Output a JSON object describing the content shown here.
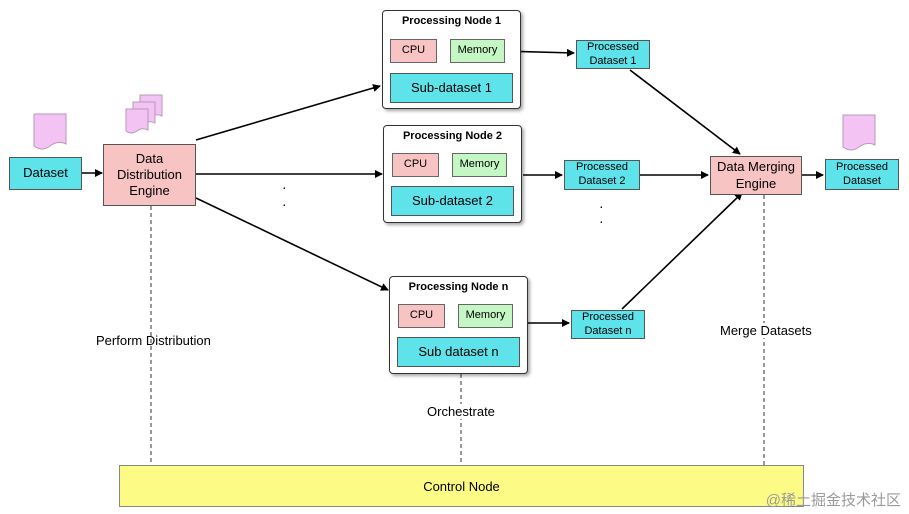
{
  "dataset": {
    "label": "Dataset"
  },
  "distribution_engine": {
    "label": "Data Distribution Engine"
  },
  "nodes": [
    {
      "title": "Processing Node 1",
      "cpu": "CPU",
      "memory": "Memory",
      "subdataset": "Sub-dataset 1",
      "output": "Processed Dataset 1"
    },
    {
      "title": "Processing Node 2",
      "cpu": "CPU",
      "memory": "Memory",
      "subdataset": "Sub-dataset 2",
      "output": "Processed Dataset 2"
    },
    {
      "title": "Processing Node n",
      "cpu": "CPU",
      "memory": "Memory",
      "subdataset": "Sub dataset n",
      "output": "Processed Dataset n"
    }
  ],
  "merging_engine": {
    "label": "Data Merging Engine"
  },
  "final_output": {
    "label": "Processed Dataset"
  },
  "annotations": {
    "perform_distribution": "Perform Distribution",
    "orchestrate": "Orchestrate",
    "merge_datasets": "Merge Datasets"
  },
  "control_node": {
    "label": "Control Node"
  },
  "watermark": "@稀土掘金技术社区",
  "colors": {
    "dataset_fill": "#5fe3ea",
    "engine_fill": "#f7c3c3",
    "memory_fill": "#c5f7c5",
    "control_fill": "#fbfb86",
    "document_icon_fill": "#f3c3f3"
  },
  "icons": [
    "document-icon",
    "document-stack-icon"
  ]
}
